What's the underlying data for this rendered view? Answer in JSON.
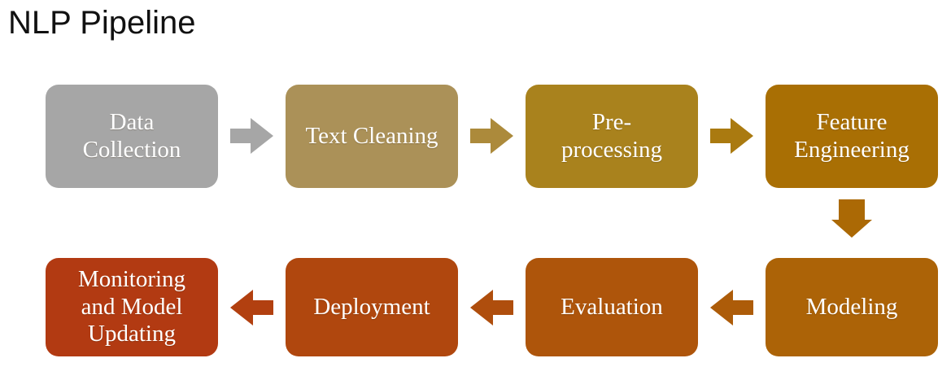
{
  "title": "NLP Pipeline",
  "steps": [
    {
      "id": "data-collection",
      "label": "Data\nCollection",
      "color": "#A6A6A6"
    },
    {
      "id": "text-cleaning",
      "label": "Text Cleaning",
      "color": "#AB9158"
    },
    {
      "id": "pre-processing",
      "label": "Pre-\nprocessing",
      "color": "#A9821D"
    },
    {
      "id": "feature-engineering",
      "label": "Feature\nEngineering",
      "color": "#A96F04"
    },
    {
      "id": "modeling",
      "label": "Modeling",
      "color": "#AC6307"
    },
    {
      "id": "evaluation",
      "label": "Evaluation",
      "color": "#AE550B"
    },
    {
      "id": "deployment",
      "label": "Deployment",
      "color": "#B0470E"
    },
    {
      "id": "monitoring",
      "label": "Monitoring\nand Model\nUpdating",
      "color": "#B23A12"
    }
  ],
  "connectors": [
    {
      "from": "data-collection",
      "to": "text-cleaning",
      "direction": "right",
      "color": "#A6A6A6"
    },
    {
      "from": "text-cleaning",
      "to": "pre-processing",
      "direction": "right",
      "color": "#AC8A3B"
    },
    {
      "from": "pre-processing",
      "to": "feature-engineering",
      "direction": "right",
      "color": "#AA7A10"
    },
    {
      "from": "feature-engineering",
      "to": "modeling",
      "direction": "down",
      "color": "#AB6905"
    },
    {
      "from": "modeling",
      "to": "evaluation",
      "direction": "left",
      "color": "#AD5C09"
    },
    {
      "from": "evaluation",
      "to": "deployment",
      "direction": "left",
      "color": "#AF4E0D"
    },
    {
      "from": "deployment",
      "to": "monitoring",
      "direction": "left",
      "color": "#B24010"
    }
  ],
  "text_color": "#FFFFFF",
  "title_color": "#111111",
  "background_color": "#FFFFFF"
}
